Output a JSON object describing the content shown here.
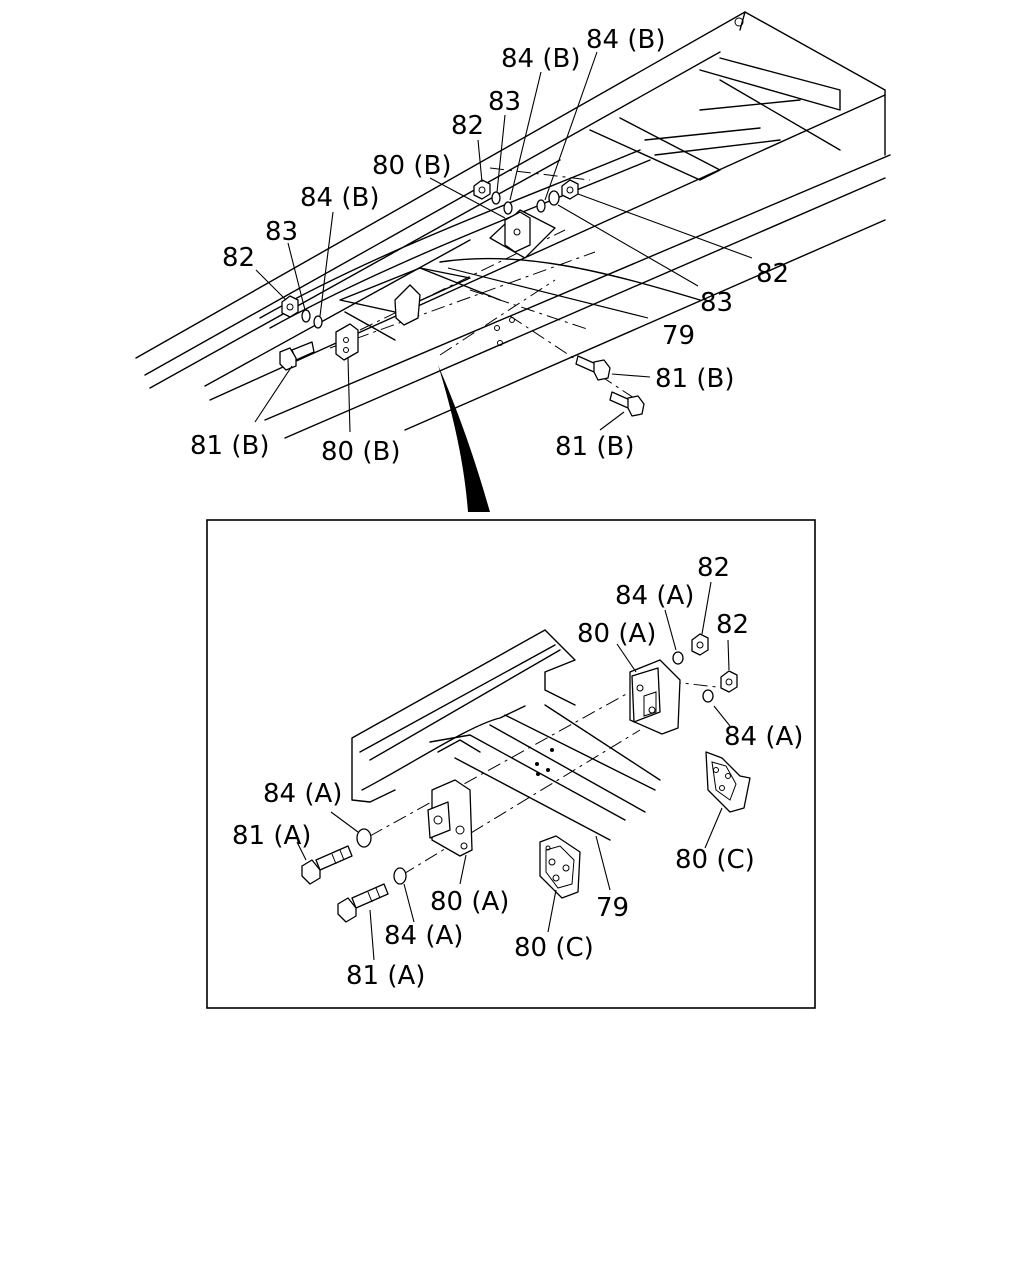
{
  "colors": {
    "ink": "#000000",
    "paper": "#ffffff"
  },
  "labels": {
    "top": {
      "p84b_a": "84 (B)",
      "p84b_b": "84 (B)",
      "p83_a": "83",
      "p82_a": "82",
      "p80b_a": "80 (B)",
      "p84b_c": "84 (B)",
      "p83_b": "83",
      "p82_b": "82",
      "p82_c": "82",
      "p83_c": "83",
      "p79": "79",
      "p81b_a": "81 (B)",
      "p81b_b": "81 (B)",
      "p80b_b": "80 (B)",
      "p81b_c": "81 (B)"
    },
    "detail": {
      "p82_a": "82",
      "p84a_a": "84 (A)",
      "p82_b": "82",
      "p80a_a": "80 (A)",
      "p84a_b": "84 (A)",
      "p84a_c": "84 (A)",
      "p81a_a": "81 (A)",
      "p80c_a": "80 (C)",
      "p80a_b": "80 (A)",
      "p84a_d": "84 (A)",
      "p79": "79",
      "p81a_b": "81 (A)",
      "p80c_b": "80 (C)"
    }
  }
}
